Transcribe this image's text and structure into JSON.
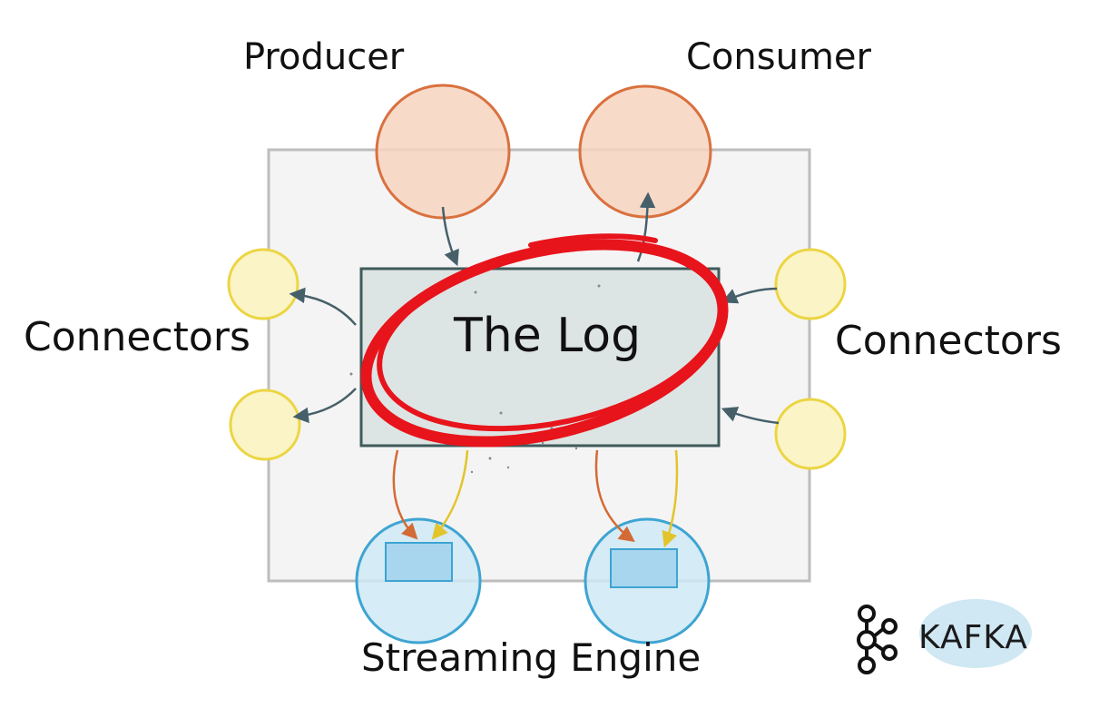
{
  "labels": {
    "producer": "Producer",
    "consumer": "Consumer",
    "connectors_left": "Connectors",
    "connectors_right": "Connectors",
    "log": "The Log",
    "streaming_engine": "Streaming Engine",
    "kafka": "KAFKA"
  },
  "colors": {
    "producer_consumer": "#f0a07a",
    "connector": "#f2df6a",
    "streaming": "#4aa9d4",
    "log_fill": "#dde4e4",
    "log_border": "#3f5a5a",
    "highlight": "#e8141b",
    "kafka_cloud": "#bfe0ef"
  }
}
